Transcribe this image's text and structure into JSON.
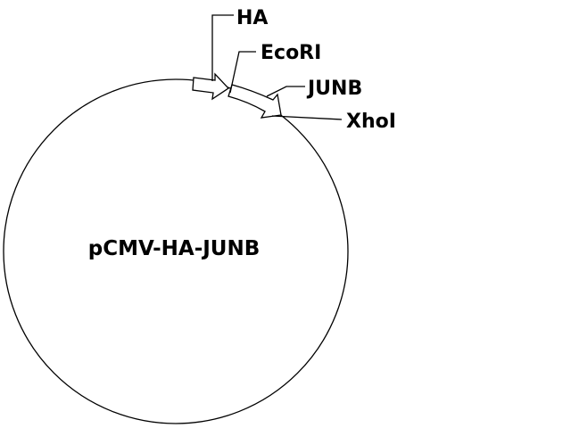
{
  "plasmid": {
    "name": "pCMV-HA-JUNB",
    "features": {
      "ha": "HA",
      "junb": "JUNB"
    },
    "sites": {
      "ecori": "EcoRI",
      "xhoi": "XhoI"
    }
  },
  "colors": {
    "line": "#000000",
    "background": "#ffffff",
    "feature_fill": "#ffffff"
  }
}
